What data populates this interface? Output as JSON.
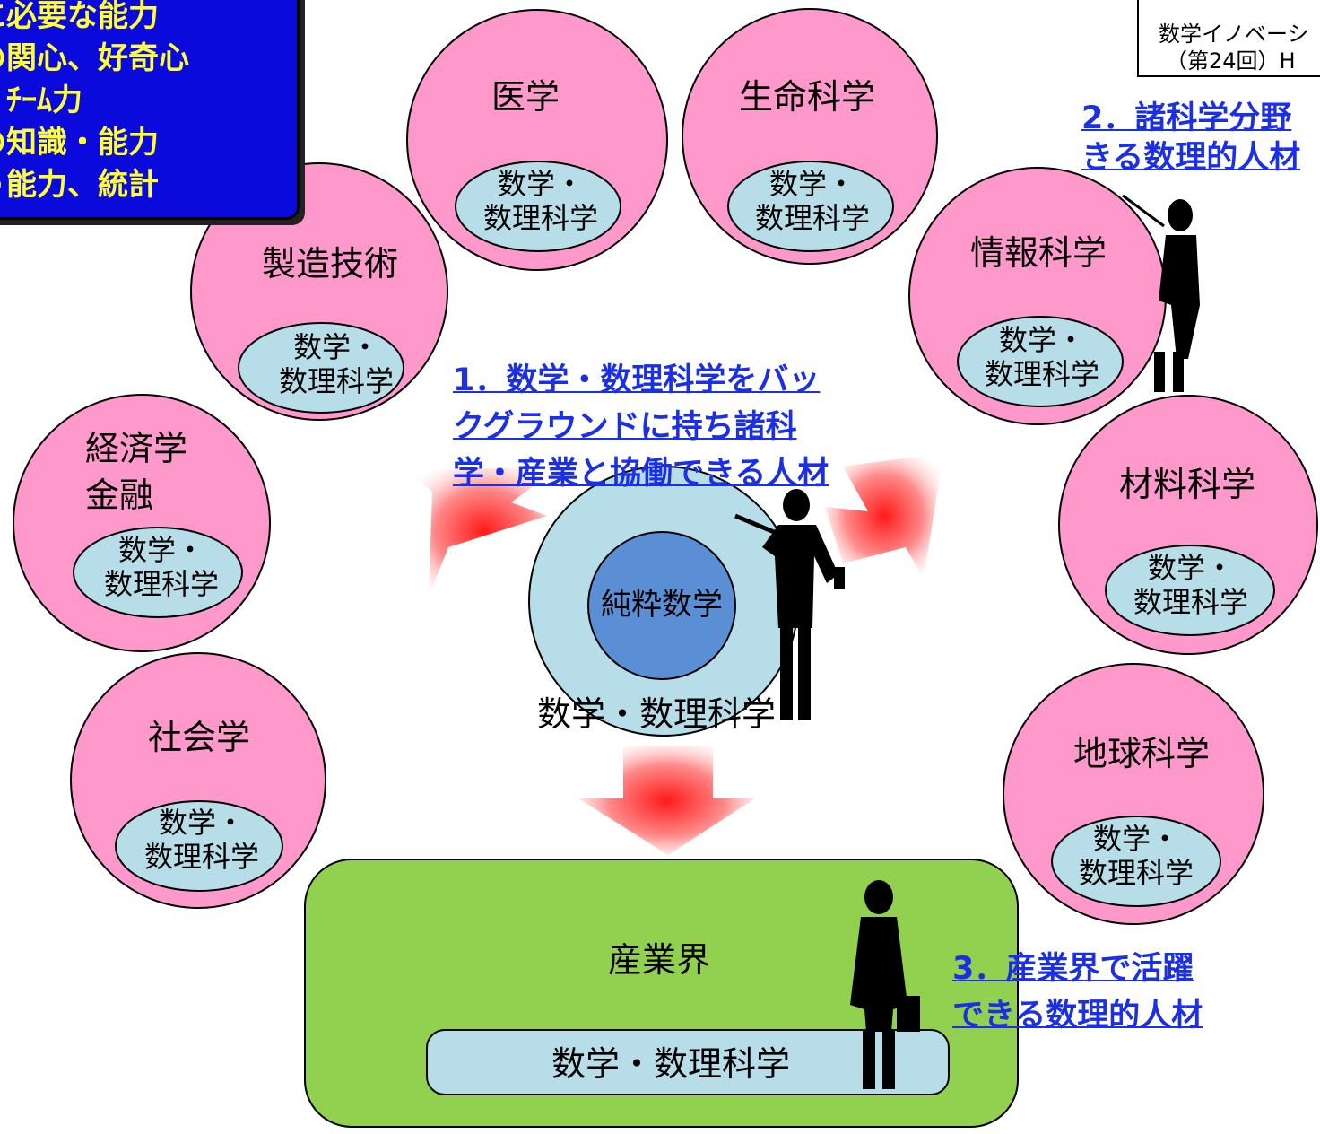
{
  "skills_box": {
    "lines": [
      "に必要な能力",
      "の関心、好奇心",
      "、ﾁｰﾑ力",
      "の知識・能力",
      "う能力、統計"
    ]
  },
  "note_box": {
    "line1": "数学イノベーシ",
    "line2": "（第24回）H"
  },
  "fields": {
    "medicine": "医学",
    "life_science": "生命科学",
    "manufacturing": "製造技術",
    "economics_line1": "経済学",
    "economics_line2": "金融",
    "sociology": "社会学",
    "info_science": "情報科学",
    "materials_science": "材料科学",
    "earth_science": "地球科学"
  },
  "inner_label": {
    "line1": "数学・",
    "line2": "数理科学"
  },
  "center": {
    "pure_math": "純粋数学",
    "math_label": "数学・数理科学"
  },
  "industry": {
    "title": "産業界",
    "math_bar": "数学・数理科学"
  },
  "links": {
    "item1_line1": "1．数学・数理科学をバッ",
    "item1_line2": "クグラウンドに持ち諸科",
    "item1_line3": "学・産業と協働できる人材",
    "item2_line1": "2．諸科学分野",
    "item2_line2": "きる数理的人材",
    "item3_line1": "3．産業界で活躍",
    "item3_line2": "できる数理的人材"
  },
  "colors": {
    "field_fill": "#ff99cc",
    "inner_fill": "#b7dde8",
    "pure_math_fill": "#5a8fd6",
    "industry_fill": "#92d050",
    "arrow_red": "#ff1a1a",
    "link_blue": "#1a2fe6",
    "skills_bg": "#0a0adc",
    "skills_text": "#ffff33"
  }
}
